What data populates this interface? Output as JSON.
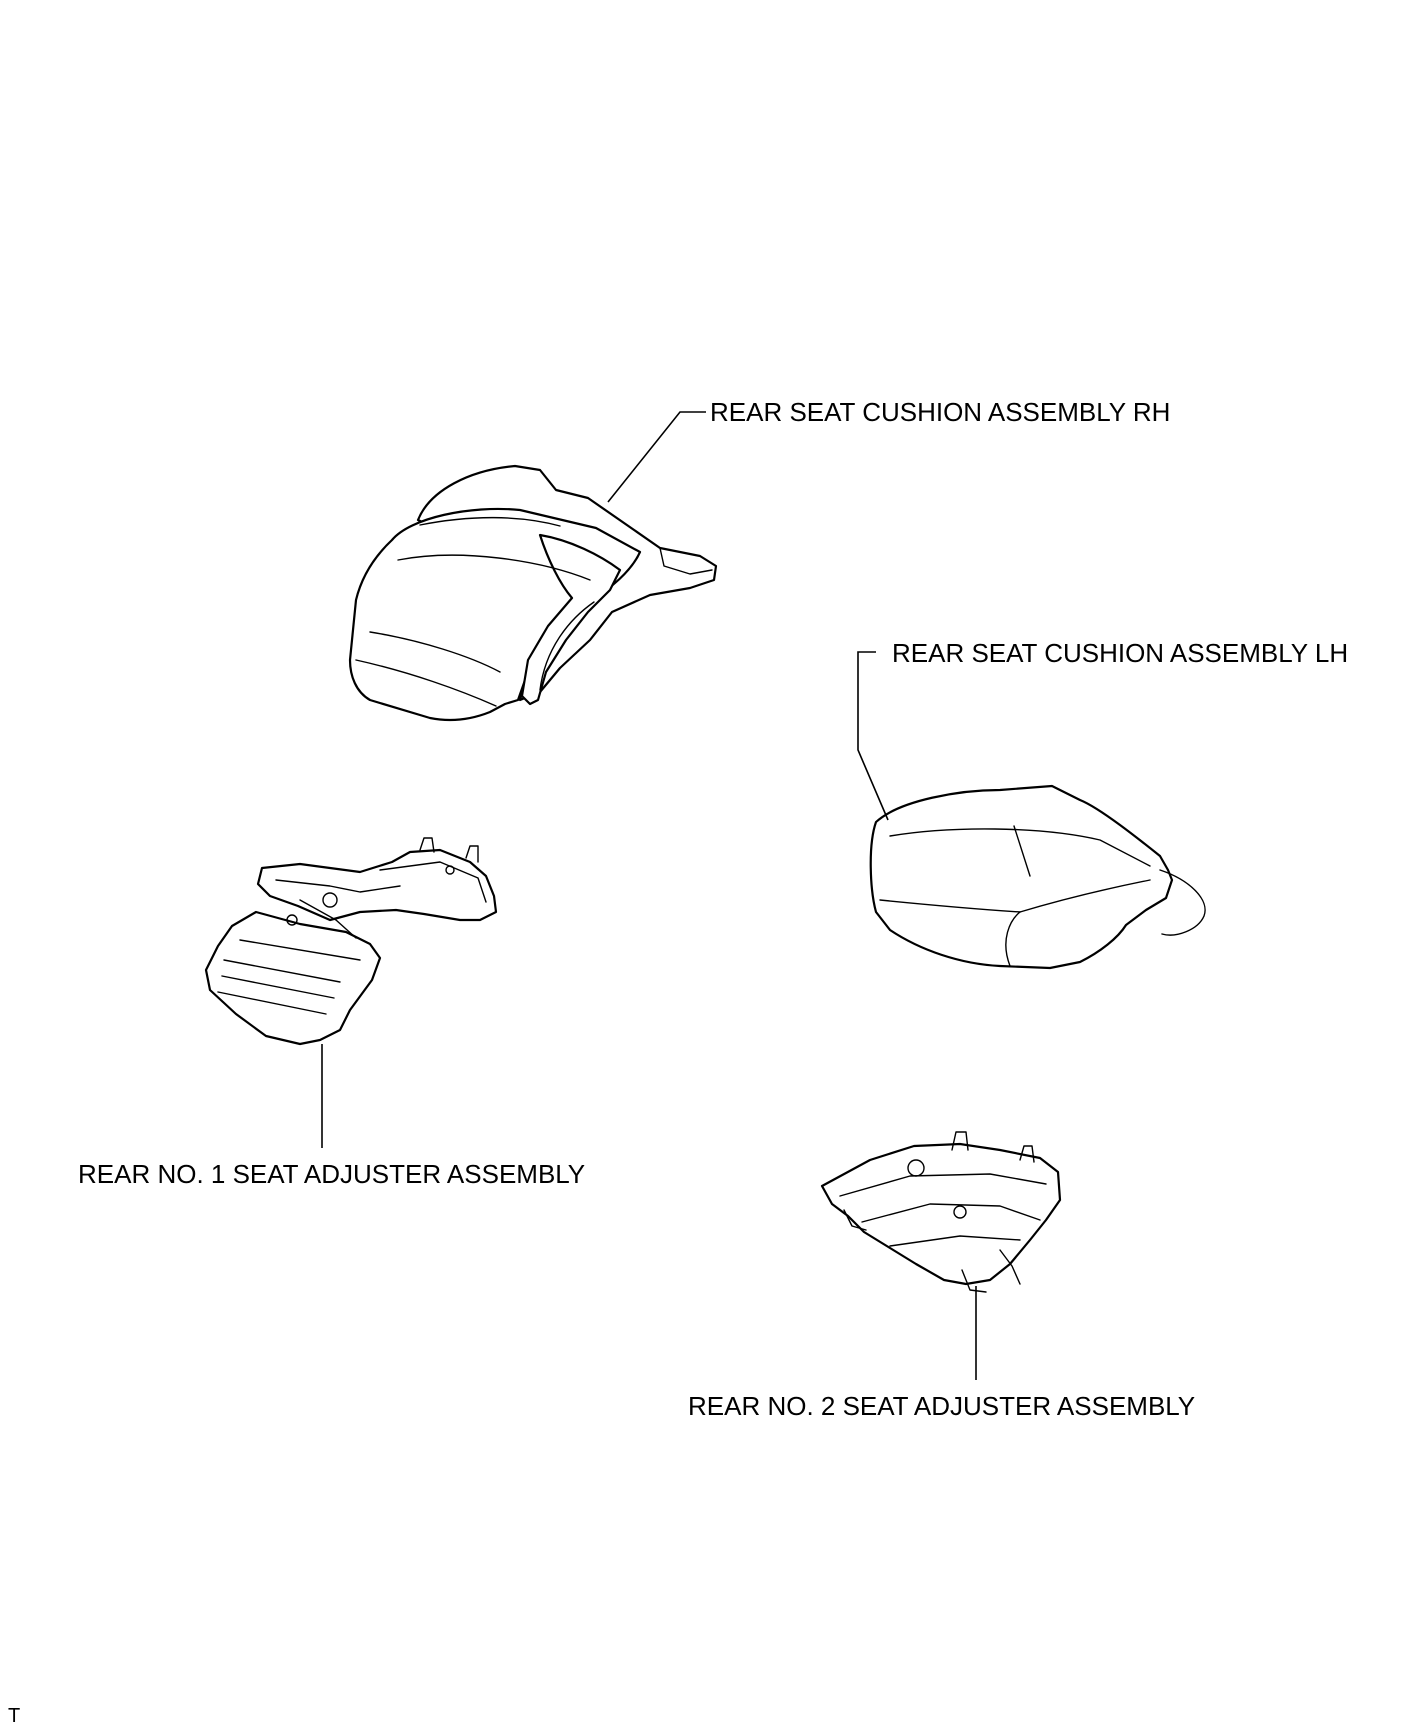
{
  "labels": {
    "cushion_rh": "REAR SEAT CUSHION ASSEMBLY RH",
    "cushion_lh": "REAR SEAT CUSHION ASSEMBLY LH",
    "adjuster_no1": "REAR NO. 1 SEAT ADJUSTER ASSEMBLY",
    "adjuster_no2": "REAR NO. 2 SEAT ADJUSTER ASSEMBLY"
  },
  "footer": {
    "mark": "T"
  }
}
